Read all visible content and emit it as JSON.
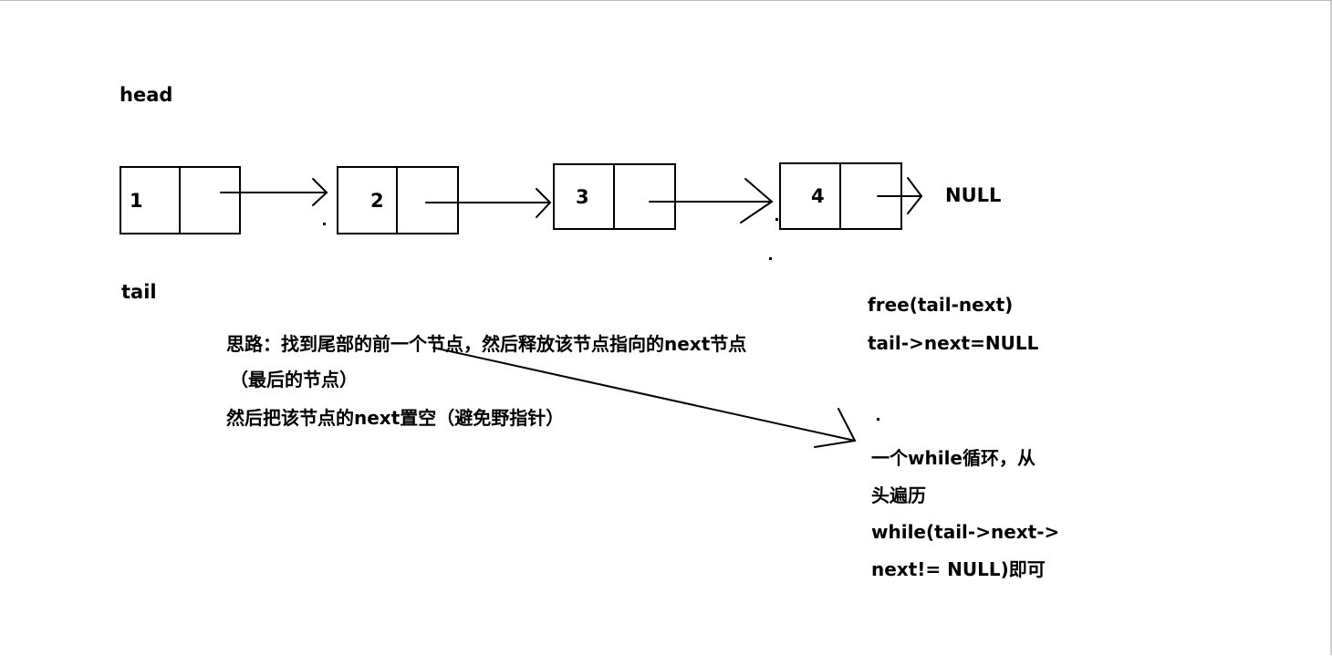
{
  "labels": {
    "head": "head",
    "tail": "tail",
    "null": "NULL"
  },
  "nodes": [
    {
      "value": "1"
    },
    {
      "value": "2"
    },
    {
      "value": "3"
    },
    {
      "value": "4"
    }
  ],
  "idea": {
    "line1": "思路：找到尾部的前一个节点，然后释放该节点指向的next节点",
    "line2": "（最后的节点）",
    "line3": "然后把该节点的next置空（避免野指针）"
  },
  "code": {
    "line1": "free(tail-next)",
    "line2": "tail->next=NULL"
  },
  "loop": {
    "line1": "一个while循环，从",
    "line2": "头遍历",
    "line3": "while(tail->next->",
    "line4": "next!= NULL)即可"
  }
}
